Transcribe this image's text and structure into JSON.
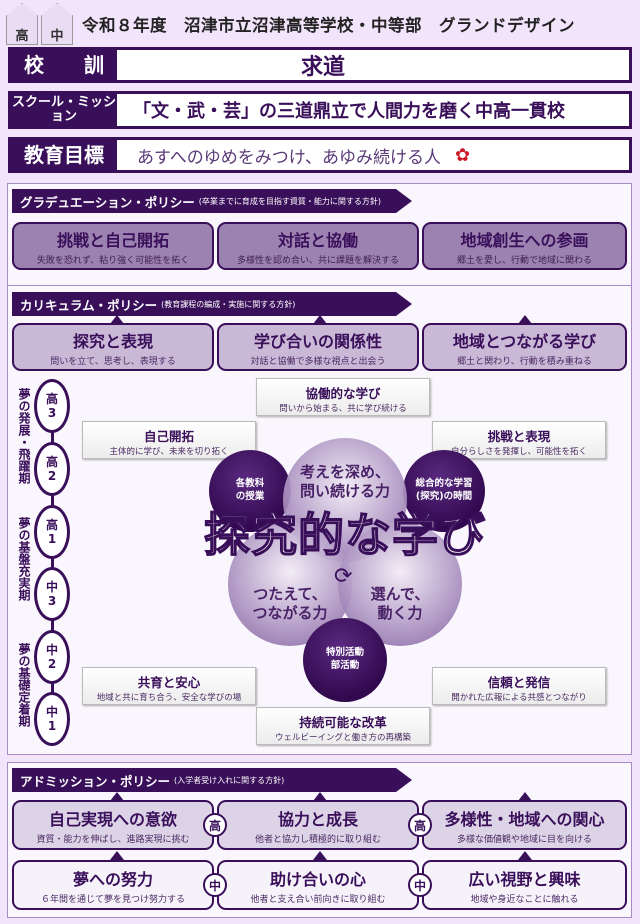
{
  "header": {
    "logos": [
      "高",
      "中"
    ],
    "title": "令和８年度　沼津市立沼津高等学校・中等部　グランドデザイン"
  },
  "motto": {
    "label": "校　　訓",
    "value": "求道"
  },
  "mission": {
    "label": "スクール・ミッション",
    "value": "「文・武・芸」の三道鼎立で人間力を磨く中高一貫校"
  },
  "goal": {
    "label": "教育目標",
    "value": "あすへのゆめをみつけ、あゆみ続ける人"
  },
  "graduation": {
    "title": "グラデュエーション・ポリシー",
    "note": "(卒業までに育成を目指す資質・能力に関する方針)",
    "cards": [
      {
        "h": "挑戦と自己開拓",
        "s": "失敗を恐れず、粘り強く可能性を拓く"
      },
      {
        "h": "対話と協働",
        "s": "多様性を認め合い、共に課題を解決する"
      },
      {
        "h": "地域創生への参画",
        "s": "郷土を愛し、行動で地域に関わる"
      }
    ]
  },
  "curriculum": {
    "title": "カリキュラム・ポリシー",
    "note": "(教育課程の編成・実施に関する方針)",
    "cards": [
      {
        "h": "探究と表現",
        "s": "問いを立て、思考し、表現する"
      },
      {
        "h": "学び合いの関係性",
        "s": "対話と協働で多様な視点と出会う"
      },
      {
        "h": "地域とつながる学び",
        "s": "郷土と関わり、行動を積み重ねる"
      }
    ],
    "stages": [
      {
        "label": "夢の発展・飛躍期"
      },
      {
        "label": "夢の基盤充実期"
      },
      {
        "label": "夢の基礎定着期"
      }
    ],
    "grades": [
      "高\n3",
      "高\n2",
      "高\n1",
      "中\n3",
      "中\n2",
      "中\n1"
    ],
    "boxes": {
      "top": {
        "h": "協働的な学び",
        "s": "問いから始まる、共に学び続ける"
      },
      "left_top": {
        "h": "自己開拓",
        "s": "主体的に学び、未来を切り拓く"
      },
      "right_top": {
        "h": "挑戦と表現",
        "s": "自分らしさを発揮し、可能性を拓く"
      },
      "left_bottom": {
        "h": "共育と安心",
        "s": "地域と共に育ち合う、安全な学びの場"
      },
      "right_bottom": {
        "h": "信頼と発信",
        "s": "開かれた広報による共感とつながり"
      },
      "bottom": {
        "h": "持続可能な改革",
        "s": "ウェルビーイングと働き方の再構築"
      }
    },
    "center": {
      "title": "探究的な学び",
      "top": "考えを深め、\n問い続ける力",
      "left": "つたえて、\nつながる力",
      "right": "選んで、\n動く力",
      "subjects": "各教科\nの授業",
      "integrated": "総合的な学習\n(探究)の時間",
      "special": "特別活動\n部活動"
    }
  },
  "admission": {
    "title": "アドミッション・ポリシー",
    "note": "(入学者受け入れに関する方針)",
    "high": [
      {
        "h": "自己実現への意欲",
        "s": "資質・能力を伸ばし、進路実現に挑む"
      },
      {
        "h": "協力と成長",
        "s": "他者と協力し積極的に取り組む"
      },
      {
        "h": "多様性・地域への関心",
        "s": "多様な価値観や地域に目を向ける"
      }
    ],
    "junior": [
      {
        "h": "夢への努力",
        "s": "６年間を通じて夢を見つけ努力する"
      },
      {
        "h": "助け合いの心",
        "s": "他者と支え合い前向きに取り組む"
      },
      {
        "h": "広い視野と興味",
        "s": "地域や身近なことに触れる"
      }
    ],
    "tag_high": "高",
    "tag_junior": "中"
  }
}
